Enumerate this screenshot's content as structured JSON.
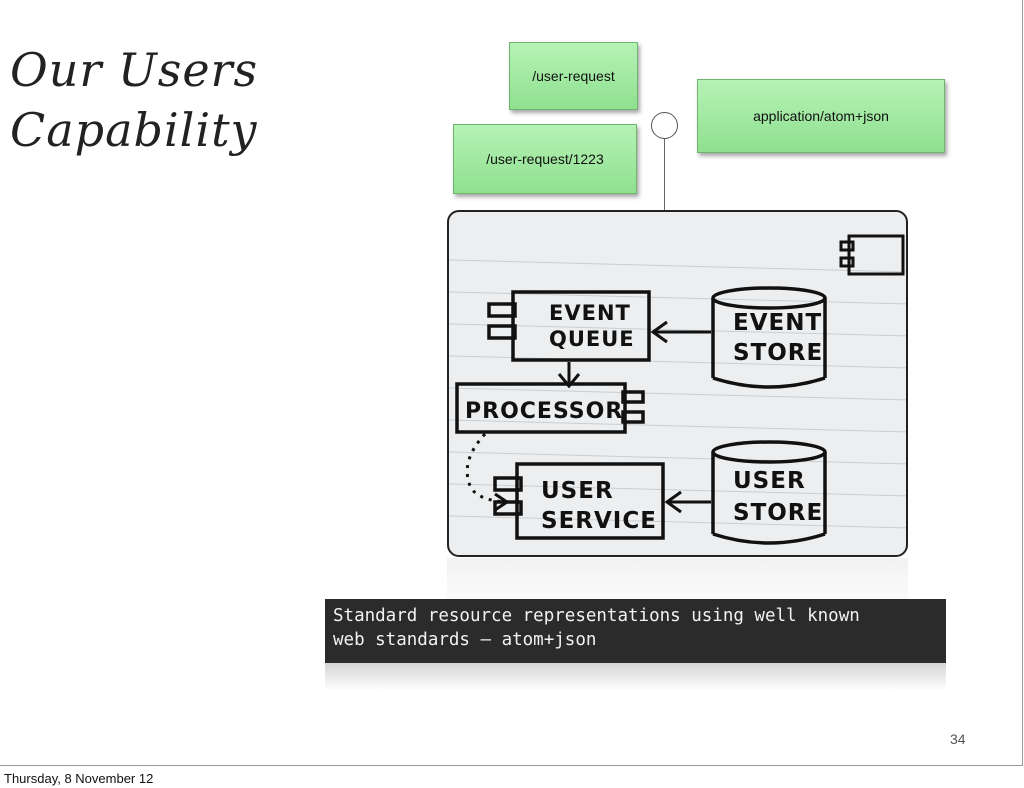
{
  "slide": {
    "title_line1": "Our Users",
    "title_line2": "Capability",
    "notes": {
      "user_request": "/user-request",
      "user_request_id": "/user-request/1223",
      "media_type": "application/atom+json"
    },
    "diagram_labels": {
      "event_queue_1": "EVENT",
      "event_queue_2": "QUEUE",
      "event_store_1": "EVENT",
      "event_store_2": "STORE",
      "processor": "PROCESSOR",
      "user_service_1": "USER",
      "user_service_2": "SERVICE",
      "user_store_1": "USER",
      "user_store_2": "STORE"
    },
    "caption": "Standard resource representations using well known\nweb standards – atom+json",
    "page_number": "34"
  },
  "footer": {
    "date": "Thursday, 8 November 12"
  }
}
